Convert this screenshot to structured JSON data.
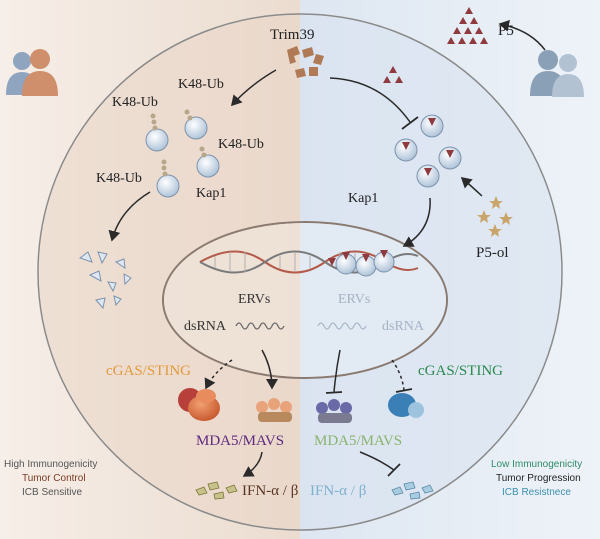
{
  "labels": {
    "trim39": "Trim39",
    "p5": "P5",
    "p5_ol": "P5-ol",
    "k48_a": "K48-Ub",
    "k48_b": "K48-Ub",
    "k48_c": "K48-Ub",
    "k48_d": "K48-Ub",
    "kap1_left": "Kap1",
    "kap1_right": "Kap1",
    "ervs_left": "ERVs",
    "ervs_right": "ERVs",
    "dsrna_left": "dsRNA",
    "dsrna_right": "dsRNA",
    "cgas_left": "cGAS/STING",
    "cgas_right": "cGAS/STING",
    "mda5_left": "MDA5/MAVS",
    "mda5_right": "MDA5/MAVS",
    "ifn_left": "IFN-α / β",
    "ifn_right": "IFN-α / β"
  },
  "left_panel": {
    "line1": "High Immunogenicity",
    "line2": "Tumor Control",
    "line3": "ICB Sensitive"
  },
  "right_panel": {
    "line1": "Low Immunogenicity",
    "line2": "Tumor Progression",
    "line3": "ICB Resistnece"
  },
  "colors": {
    "left_bg": "#f1e6dd",
    "right_bg": "#e6edf6",
    "cgas_left": "#e39a3c",
    "cgas_right": "#2a8a4f",
    "mda5_left": "#5f2a7f",
    "mda5_right": "#8ab36e",
    "ifn_left": "#5a3522",
    "ifn_right": "#7fb0cc",
    "tumor_control": "#7a3a22",
    "low_immuno": "#2f8a6a",
    "icb_resist": "#3d8fb0",
    "trim39": "#b07a56",
    "p5": "#8f3a3f",
    "p5_ol": "#c9a56c"
  }
}
